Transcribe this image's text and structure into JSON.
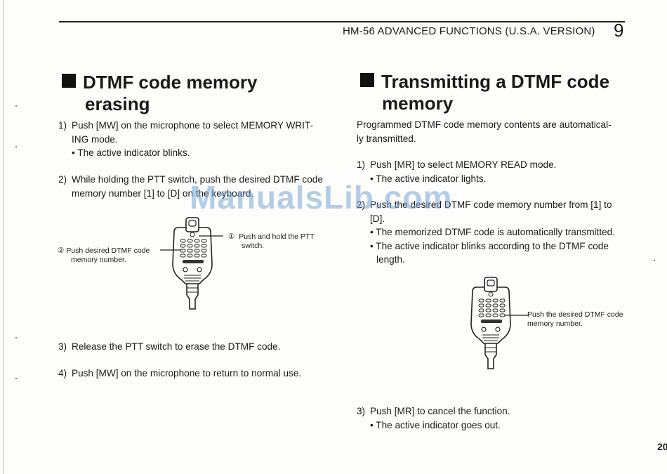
{
  "header": {
    "title": "HM-56 ADVANCED FUNCTIONS (U.S.A. VERSION)",
    "page_number": "9"
  },
  "left": {
    "heading_line1": "DTMF code memory",
    "heading_line2": "erasing",
    "step1": {
      "num": "1)",
      "line1": "Push [MW] on the microphone to select MEMORY WRIT-",
      "line2": "ING mode.",
      "bullet": "• The active indicator blinks."
    },
    "step2": {
      "num": "2)",
      "line1": "While holding the PTT switch, push the desired DTMF code",
      "line2": "memory number [1] to [D] on the keyboard."
    },
    "callout_left_num": "②",
    "callout_left_line1": "Push desired DTMF code",
    "callout_left_line2": "memory number.",
    "callout_right_num": "①",
    "callout_right_line1": "Push and hold the PTT",
    "callout_right_line2": "switch.",
    "step3": {
      "num": "3)",
      "text": "Release the PTT switch to erase the DTMF code."
    },
    "step4": {
      "num": "4)",
      "text": "Push [MW] on the microphone to return to normal use."
    }
  },
  "right": {
    "heading_line1": "Transmitting a DTMF code",
    "heading_line2": "memory",
    "intro_line1": "Programmed DTMF code memory contents are automatical-",
    "intro_line2": "ly transmitted.",
    "step1": {
      "num": "1)",
      "line1": "Push [MR] to select MEMORY READ mode.",
      "bullet": "• The active indicator lights."
    },
    "step2": {
      "num": "2)",
      "line1": "Push the desired DTMF code memory number from [1] to",
      "line2": "[D].",
      "bullet1": "• The memorized DTMF code is automatically transmitted.",
      "bullet2_line1": "• The active indicator blinks according to the DTMF code",
      "bullet2_line2": "length."
    },
    "callout_line1": "Push the desired DTMF code",
    "callout_line2": "memory number.",
    "step3": {
      "num": "3)",
      "line1": "Push [MR] to cancel the function.",
      "bullet": "• The active indicator goes out."
    }
  },
  "watermark": "ManualsLib.com",
  "corner_page": "20"
}
